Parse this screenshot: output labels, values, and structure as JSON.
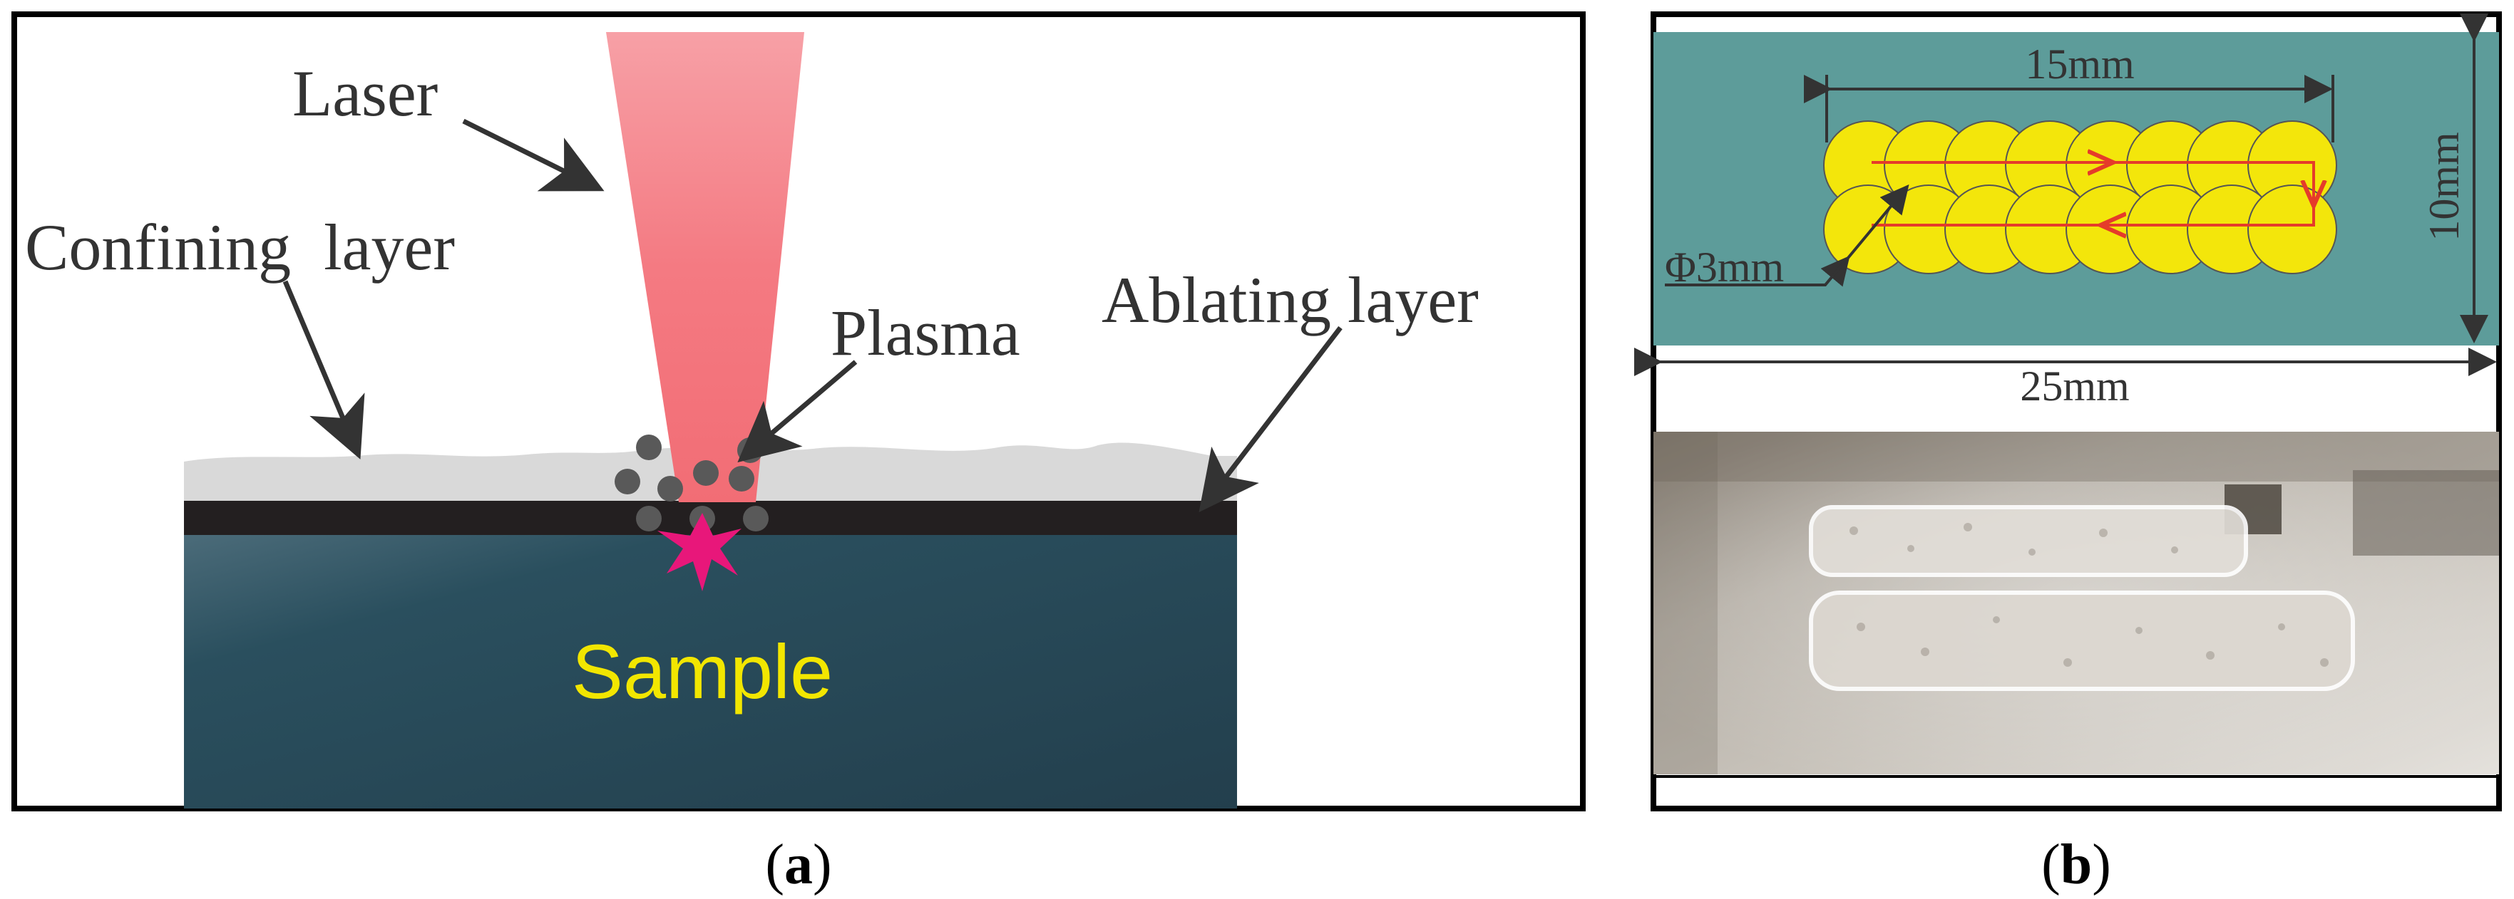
{
  "panel_a": {
    "labels": {
      "laser": "Laser",
      "confining_layer": "Confining  layer",
      "plasma": "Plasma",
      "ablating_layer": "Ablating layer",
      "sample": "Sample"
    },
    "caption_letter": "a"
  },
  "panel_b": {
    "dimensions": {
      "width_15": "15mm",
      "height_10": "10mm",
      "spot_diameter": "Φ3mm",
      "width_25": "25mm"
    },
    "caption_letter": "b"
  },
  "colors": {
    "laser": "#f26d75",
    "sample": "#244959",
    "ablating_layer": "#231f20",
    "confining_layer": "#d9d9d9",
    "plasma_particles": "#595959",
    "spark": "#e8177a",
    "sample_label": "#f2e600",
    "plate": "#5d9c9a",
    "spots": "#f3e60b",
    "scan_path": "#e53b2a"
  }
}
